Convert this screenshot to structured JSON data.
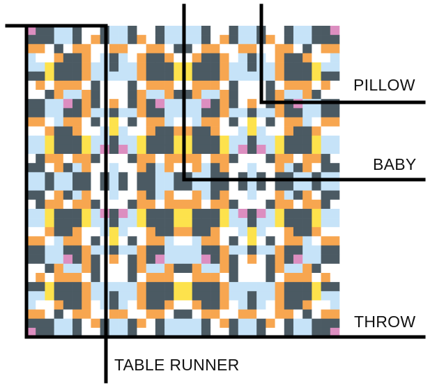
{
  "colors": {
    "background": "#ffffff",
    "white": "#ffffff",
    "light_blue": "#c6e3f8",
    "dark_slate": "#4b5a63",
    "orange": "#f7a650",
    "pink": "#dc8ec0",
    "yellow": "#fde24c",
    "guide_line": "#000000"
  },
  "quilt": {
    "pattern": "repeating block quilt motif",
    "palette_order": [
      "white",
      "light_blue",
      "dark_slate",
      "orange",
      "pink",
      "yellow"
    ]
  },
  "size_labels": {
    "pillow": "PILLOW",
    "baby": "BABY",
    "throw": "THROW",
    "table_runner": "TABLE RUNNER"
  }
}
